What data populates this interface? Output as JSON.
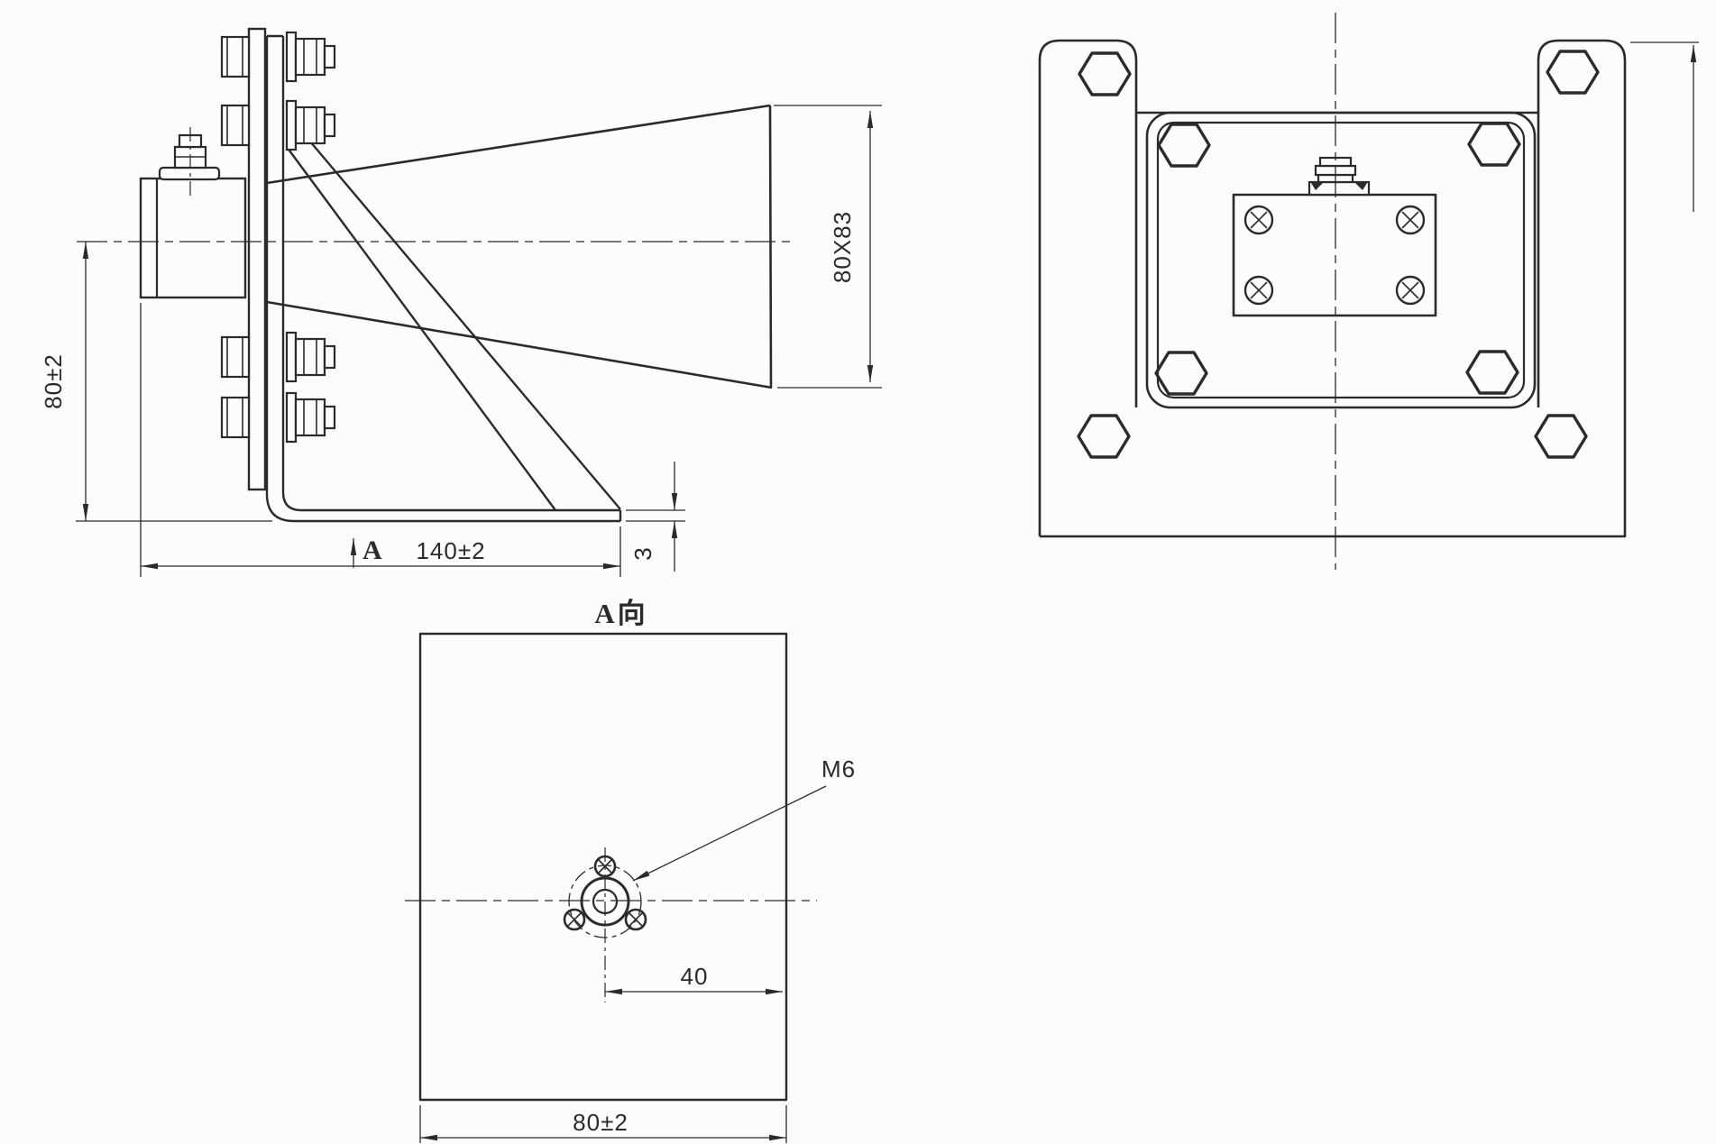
{
  "canvas": {
    "background": "#fcfcfb",
    "ink": "#2b2b2b"
  },
  "labels": {
    "side_height": "80±2",
    "side_length": "140±2",
    "side_thickness": "3",
    "side_aperture": "80X83",
    "view_marker": "A",
    "view_a_title": "A向",
    "view_a_offset": "40",
    "view_a_width": "80±2",
    "view_a_thread": "M6"
  }
}
